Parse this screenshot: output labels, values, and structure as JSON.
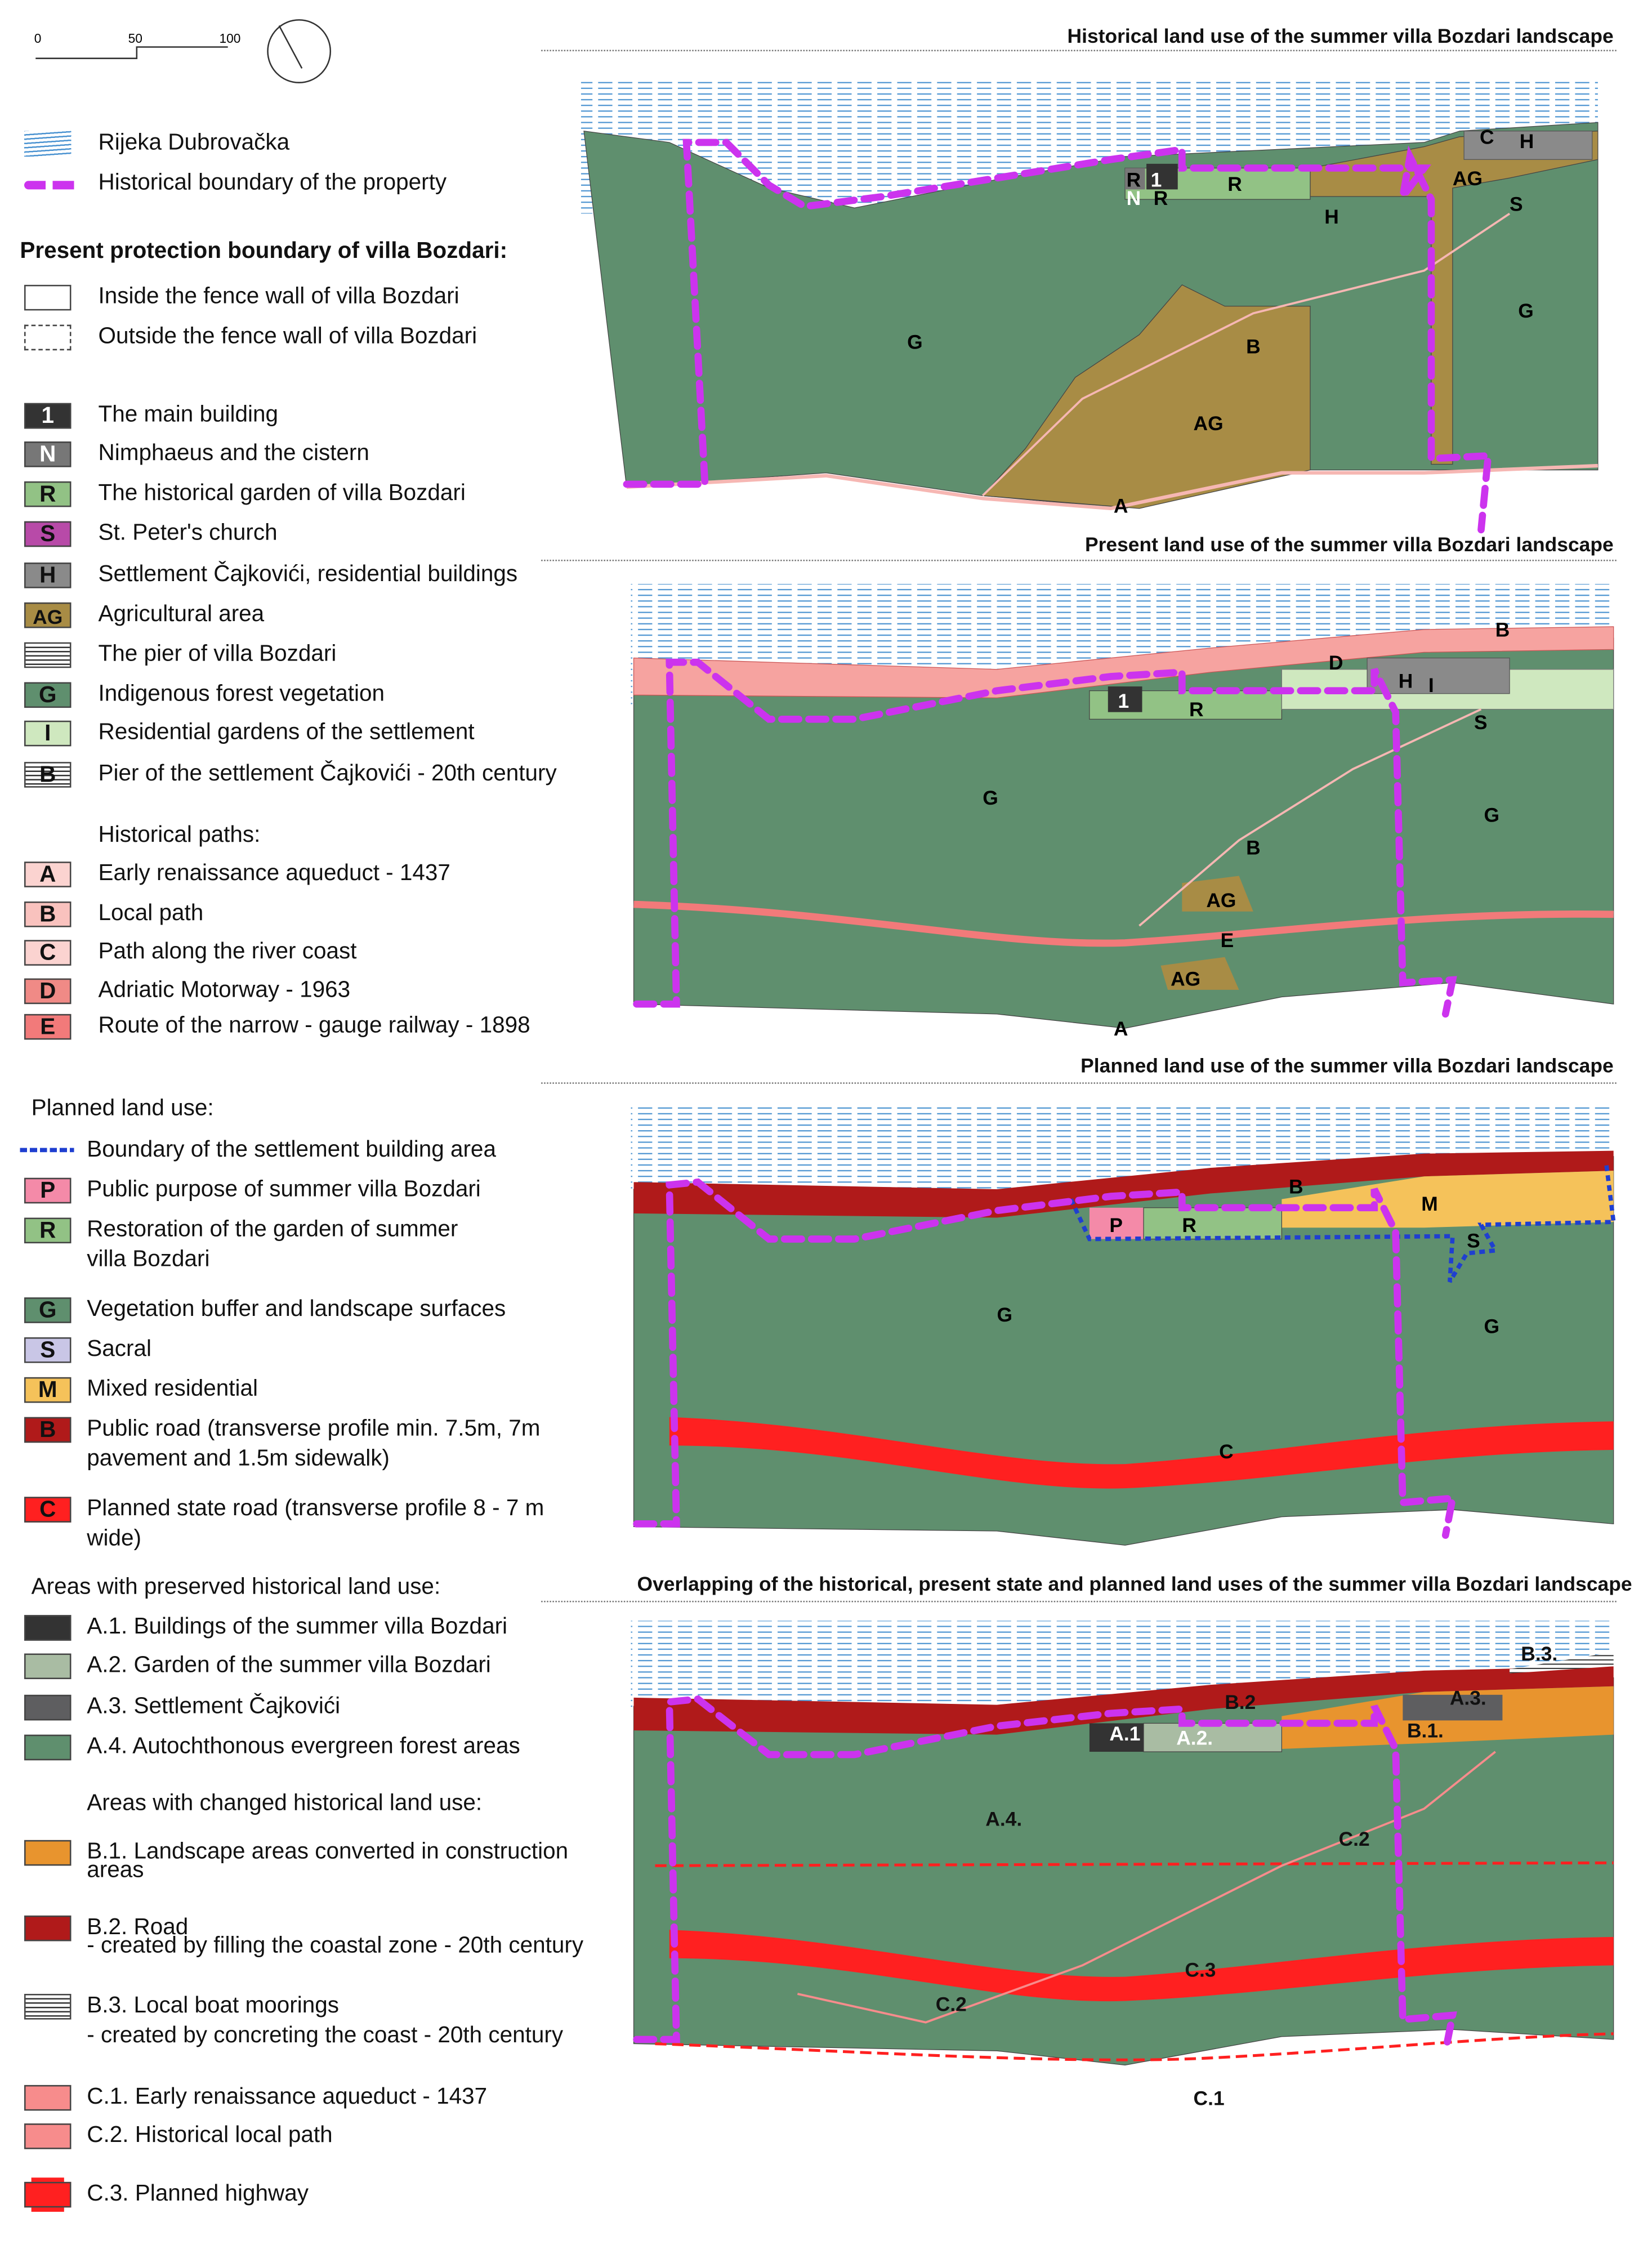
{
  "scale_bar": {
    "ticks": [
      "0",
      "50",
      "100"
    ]
  },
  "titles": [
    "Historical land use of the summer villa Bozdari landscape",
    "Present land use of the summer villa Bozdari landscape",
    "Planned land use of the summer villa Bozdari landscape",
    "Overlapping of the historical, present state and planned land uses of the summer villa Bozdari landscape"
  ],
  "colors": {
    "forest": "#5f8f6e",
    "agri": "#a88c45",
    "garden": "#92c285",
    "boundary": "#cc33ee",
    "water": "#4b93d1",
    "path": "#f6b7b3",
    "road_dark": "#b01a1a",
    "road_red": "#ff2020",
    "mixed": "#f5c25a",
    "orange": "#e8942e",
    "settlement": "#8a8a8a"
  },
  "legend": {
    "headings": [
      "Present protection boundary of villa Bozdari:",
      "Historical paths:",
      "Planned land use:",
      "Areas with preserved historical land use:",
      "Areas with changed historical land use:"
    ],
    "items": [
      {
        "swatch": "water",
        "label": [
          "Rijeka Dubrovačka"
        ]
      },
      {
        "swatch": "magenta-dash",
        "label": [
          "Historical boundary of the property"
        ]
      },
      {
        "swatch": "outline",
        "label": [
          "Inside the fence wall of villa Bozdari"
        ]
      },
      {
        "swatch": "dashed-outline",
        "label": [
          "Outside the fence wall of villa Bozdari"
        ]
      },
      {
        "swatch": "fill",
        "color": "#333333",
        "letter": "1",
        "letter_color": "#fff",
        "label": [
          "The main building"
        ]
      },
      {
        "swatch": "fill",
        "color": "#777777",
        "letter": "N",
        "letter_color": "#fff",
        "label": [
          "Nimphaeus and the cistern"
        ]
      },
      {
        "swatch": "fill",
        "color": "#92c285",
        "letter": "R",
        "label": [
          "The historical garden of villa Bozdari"
        ]
      },
      {
        "swatch": "fill",
        "color": "#b84aa8",
        "letter": "S",
        "label": [
          "St. Peter's church"
        ]
      },
      {
        "swatch": "fill",
        "color": "#8a8a8a",
        "letter": "H",
        "label": [
          "Settlement Čajkovići, residential buildings"
        ]
      },
      {
        "swatch": "fill",
        "color": "#a88c45",
        "letter": "AG",
        "label": [
          "Agricultural area"
        ]
      },
      {
        "swatch": "hatch",
        "label": [
          "The pier of villa Bozdari"
        ]
      },
      {
        "swatch": "fill",
        "color": "#5f8f6e",
        "letter": "G",
        "label": [
          "Indigenous forest vegetation"
        ]
      },
      {
        "swatch": "fill",
        "color": "#cfe8bf",
        "letter": "I",
        "label": [
          "Residential gardens of the settlement"
        ]
      },
      {
        "swatch": "hatch",
        "letter": "B",
        "label": [
          "Pier of the settlement Čajkovići - 20th century"
        ]
      },
      {
        "swatch": "fill",
        "color": "#fbd3d0",
        "letter": "A",
        "label": [
          "Early renaissance aqueduct - 1437"
        ]
      },
      {
        "swatch": "fill",
        "color": "#f9c2be",
        "letter": "B",
        "label": [
          "Local path"
        ]
      },
      {
        "swatch": "fill",
        "color": "#fbd3d0",
        "letter": "C",
        "label": [
          "Path along the river coast"
        ]
      },
      {
        "swatch": "fill",
        "color": "#f08a86",
        "letter": "D",
        "label": [
          "Adriatic Motorway - 1963"
        ]
      },
      {
        "swatch": "fill",
        "color": "#f27a7a",
        "letter": "E",
        "label": [
          "Route of the narrow - gauge railway - 1898"
        ]
      },
      {
        "swatch": "blue-dash",
        "label": [
          "Boundary of the settlement building area"
        ]
      },
      {
        "swatch": "fill",
        "color": "#f48aa8",
        "letter": "P",
        "label": [
          "Public purpose of summer villa Bozdari"
        ]
      },
      {
        "swatch": "fill",
        "color": "#92c285",
        "letter": "R",
        "label": [
          "Restoration of the garden of summer",
          "villa Bozdari"
        ]
      },
      {
        "swatch": "fill",
        "color": "#5f8f6e",
        "letter": "G",
        "label": [
          "Vegetation buffer and landscape surfaces"
        ]
      },
      {
        "swatch": "fill",
        "color": "#c9c6e6",
        "letter": "S",
        "label": [
          "Sacral"
        ]
      },
      {
        "swatch": "fill",
        "color": "#f5c25a",
        "letter": "M",
        "label": [
          "Mixed residential"
        ]
      },
      {
        "swatch": "fill",
        "color": "#b01a1a",
        "letter": "B",
        "label": [
          "Public road (transverse profile min. 7.5m, 7m",
          "pavement and 1.5m sidewalk)"
        ]
      },
      {
        "swatch": "fill",
        "color": "#ff2020",
        "letter": "C",
        "label": [
          "Planned state road (transverse profile 8 - 7 m",
          "wide)"
        ]
      },
      {
        "swatch": "fill",
        "color": "#333333",
        "label": [
          "A.1. Buildings of the summer villa Bozdari"
        ]
      },
      {
        "swatch": "fill",
        "color": "#a9bca3",
        "label": [
          "A.2. Garden of the summer villa Bozdari"
        ]
      },
      {
        "swatch": "fill",
        "color": "#5e5e60",
        "label": [
          "A.3. Settlement Čajkovići"
        ]
      },
      {
        "swatch": "fill",
        "color": "#5f8f6e",
        "label": [
          "A.4. Autochthonous evergreen forest areas"
        ]
      },
      {
        "swatch": "fill",
        "color": "#e8942e",
        "label": [
          "B.1.  Landscape areas converted in construction",
          "areas"
        ]
      },
      {
        "swatch": "fill",
        "color": "#b01a1a",
        "label": [
          "B.2.  Road",
          "- created by filling the coastal zone - 20th century"
        ]
      },
      {
        "swatch": "hatch",
        "label": [
          "B.3.  Local boat moorings",
          "- created by concreting the coast - 20th century"
        ]
      },
      {
        "swatch": "fill",
        "color": "#f78c8c",
        "label": [
          "C.1. Early renaissance aqueduct - 1437"
        ]
      },
      {
        "swatch": "fill",
        "color": "#f78c8c",
        "label": [
          "C.2. Historical local path"
        ]
      },
      {
        "swatch": "red-fill-dash",
        "color": "#ff2020",
        "label": [
          "C.3.   Planned highway"
        ]
      }
    ]
  },
  "maps": {
    "historical": [
      "G",
      "B",
      "AG",
      "A",
      "R",
      "1",
      "N",
      "R",
      "R",
      "H",
      "C",
      "H",
      "AG",
      "S",
      "G"
    ],
    "present": [
      "G",
      "B",
      "AG",
      "E",
      "AG",
      "A",
      "1",
      "R",
      "D",
      "H",
      "I",
      "B",
      "S",
      "G"
    ],
    "planned": [
      "G",
      "P",
      "R",
      "B",
      "M",
      "S",
      "G",
      "C"
    ],
    "overlap": [
      "A.4.",
      "A.1",
      "A.2.",
      "B.2",
      "A.3.",
      "B.1.",
      "B.3.",
      "C.2",
      "C.3",
      "C.2",
      "C.1"
    ]
  }
}
